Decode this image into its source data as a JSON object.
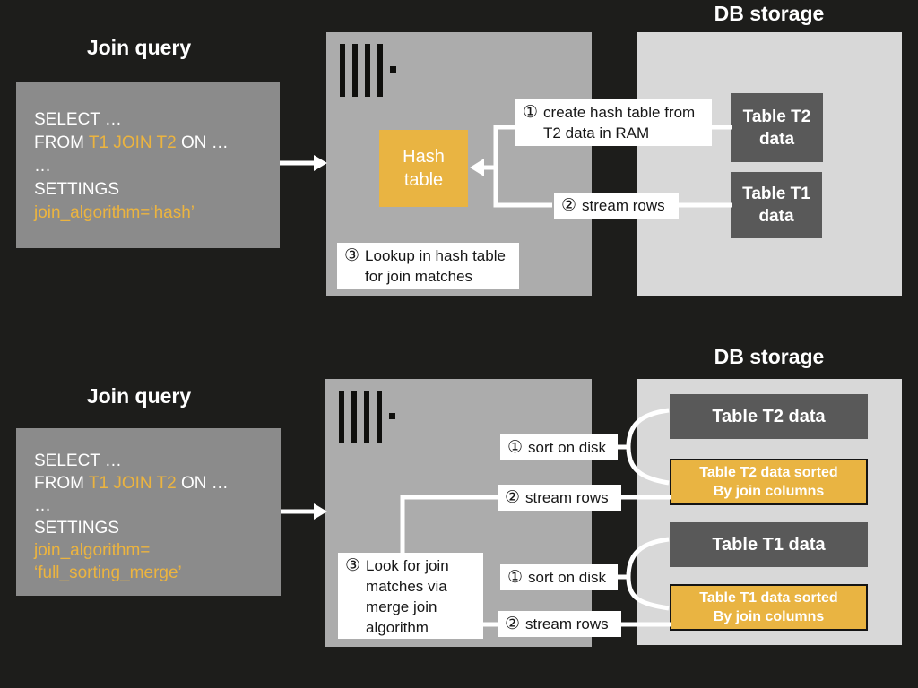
{
  "colors": {
    "background": "#1d1d1b",
    "query_box": "#8b8b8b",
    "server_box": "#acacac",
    "storage_box": "#d8d8d8",
    "table_box_dark": "#595959",
    "accent_orange": "#e9b442",
    "code_accent": "#ecb43f",
    "label_bg": "#ffffff",
    "connector": "#ffffff"
  },
  "hash_join": {
    "query_title": "Join query",
    "storage_title": "DB storage",
    "query": {
      "line1": "SELECT …",
      "line2_pre": "FROM ",
      "line2_accent": "T1 JOIN T2",
      "line2_post": " ON …",
      "line3": "…",
      "line4": "SETTINGS",
      "line5_accent": "join_algorithm=‘hash’"
    },
    "hash_table": {
      "line1": "Hash",
      "line2": "table"
    },
    "steps": {
      "s1_num": "①",
      "s1_text": "create hash table from T2 data in RAM",
      "s2_num": "②",
      "s2_text": "stream rows",
      "s3_num": "③",
      "s3_text": "Lookup in hash table for join matches"
    },
    "tables": {
      "t2_line1": "Table T2",
      "t2_line2": "data",
      "t1_line1": "Table T1",
      "t1_line2": "data"
    }
  },
  "merge_join": {
    "query_title": "Join query",
    "storage_title": "DB storage",
    "query": {
      "line1": "SELECT …",
      "line2_pre": "FROM ",
      "line2_accent": "T1 JOIN T2",
      "line2_post": " ON …",
      "line3": "…",
      "line4": "SETTINGS",
      "line5_accent": "join_algorithm=",
      "line6_accent": "‘full_sorting_merge’"
    },
    "steps": {
      "sort_t2_num": "①",
      "sort_t2_text": "sort on disk",
      "stream_t2_num": "②",
      "stream_t2_text": "stream rows",
      "s3_num": "③",
      "s3_text": "Look for join matches via merge join algorithm",
      "sort_t1_num": "①",
      "sort_t1_text": "sort on disk",
      "stream_t1_num": "②",
      "stream_t1_text": "stream rows"
    },
    "tables": {
      "t2": "Table T2 data",
      "t2_sorted_line1": "Table T2 data sorted",
      "t2_sorted_line2": "By join columns",
      "t1": "Table T1 data",
      "t1_sorted_line1": "Table T1 data sorted",
      "t1_sorted_line2": "By join columns"
    }
  }
}
